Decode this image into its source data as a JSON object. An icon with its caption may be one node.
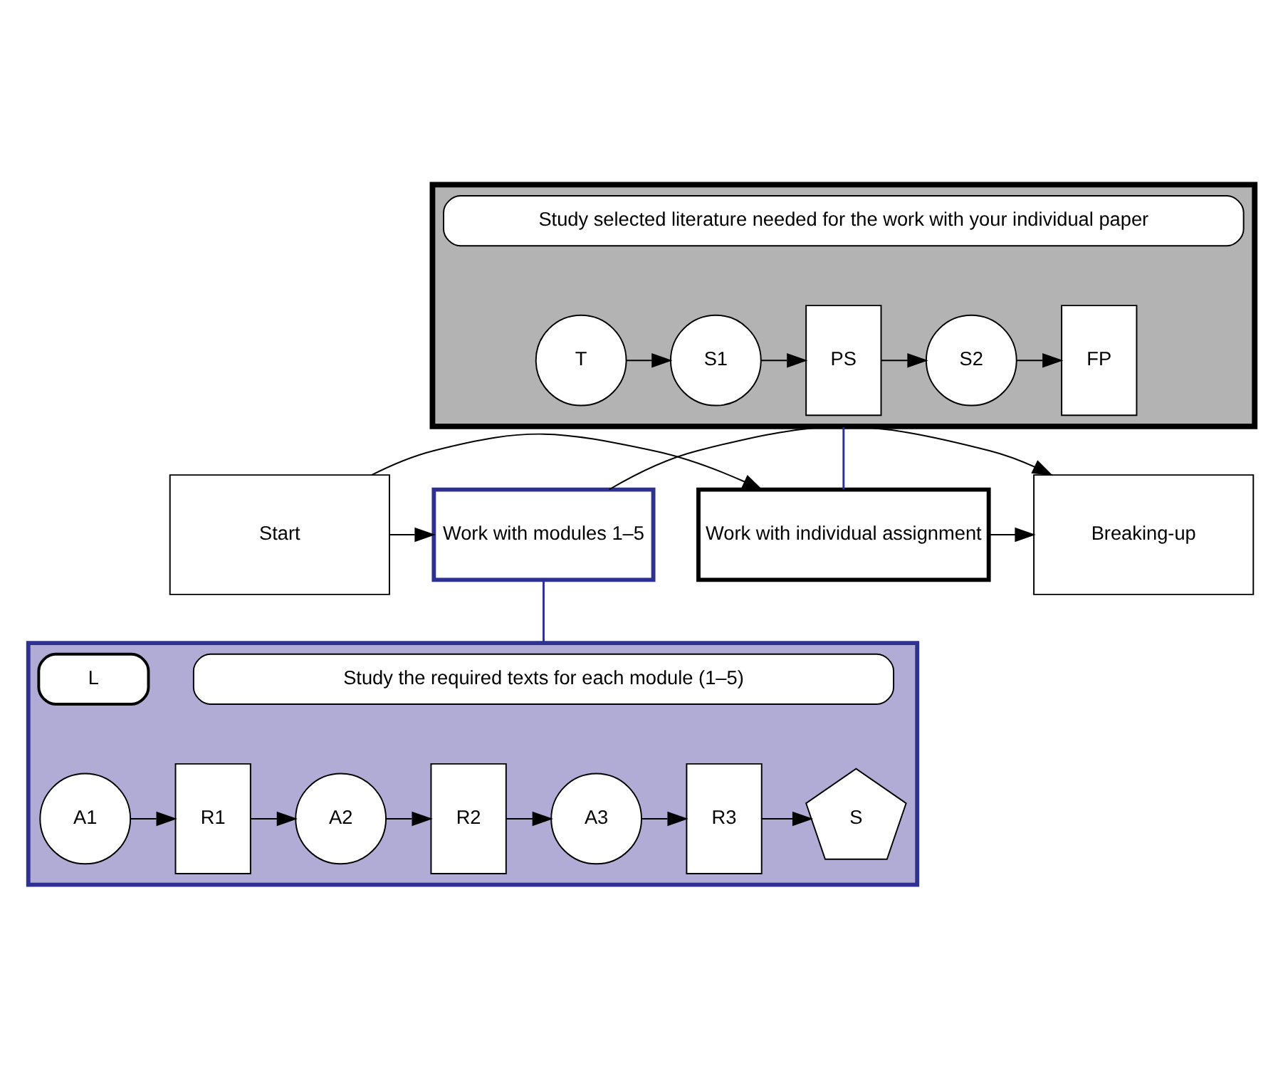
{
  "diagram": {
    "nodes": [
      {
        "text": [],
        "shape": "box"
      },
      {
        "text": [
          "Study selected literature needed for the work with your individual paper"
        ],
        "in": 0
      },
      {
        "text": [
          "T"
        ],
        "in": 0
      },
      {
        "text": [
          "S1"
        ],
        "in": 0
      },
      {
        "text": [
          "PS"
        ],
        "in": 0
      },
      {
        "text": [
          "S2"
        ],
        "in": 0
      },
      {
        "text": [
          "FP"
        ],
        "in": 0
      },
      {
        "text": [
          "Start"
        ]
      },
      {
        "text": [
          "Work with individual assignment"
        ]
      },
      {
        "text": [
          "Work with modules 1–5"
        ]
      },
      {
        "text": [
          "Breaking-up"
        ]
      },
      {
        "text": [],
        "shape": "box"
      },
      {
        "text": [
          "L"
        ],
        "in": 11
      },
      {
        "text": [
          "Study the required texts for each module (1–5)"
        ],
        "in": 11
      },
      {
        "text": [
          "A1"
        ],
        "in": 11
      },
      {
        "text": [
          "R1"
        ],
        "in": 11
      },
      {
        "text": [
          "A2"
        ],
        "in": 11
      },
      {
        "text": [
          "R2"
        ],
        "in": 11
      },
      {
        "text": [
          "A3"
        ],
        "in": 11
      },
      {
        "text": [
          "R3"
        ],
        "in": 11
      },
      {
        "text": [
          "S"
        ],
        "in": 11
      }
    ],
    "edges": [
      {
        "from": 2,
        "to": 3,
        "arrow": "to"
      },
      {
        "from": 3,
        "to": 4,
        "arrow": "to"
      },
      {
        "from": 4,
        "to": 5,
        "arrow": "to"
      },
      {
        "from": 5,
        "to": 6,
        "arrow": "to"
      },
      {
        "from": 0,
        "to": 8,
        "arrow": "none",
        "color": "#2e3192"
      },
      {
        "from": 7,
        "to": 8,
        "arrow": "to"
      },
      {
        "from": 7,
        "to": 9,
        "arrow": "to"
      },
      {
        "from": 8,
        "to": 10,
        "arrow": "to"
      },
      {
        "from": 9,
        "to": 10,
        "arrow": "to"
      },
      {
        "from": 9,
        "to": 11,
        "arrow": "none",
        "color": "#2e3192"
      },
      {
        "from": 14,
        "to": 15,
        "arrow": "to"
      },
      {
        "from": 15,
        "to": 16,
        "arrow": "to"
      },
      {
        "from": 16,
        "to": 17,
        "arrow": "to"
      },
      {
        "from": 17,
        "to": 18,
        "arrow": "to"
      },
      {
        "from": 18,
        "to": 19,
        "arrow": "to"
      },
      {
        "from": 19,
        "to": 20,
        "arrow": "to"
      }
    ]
  }
}
